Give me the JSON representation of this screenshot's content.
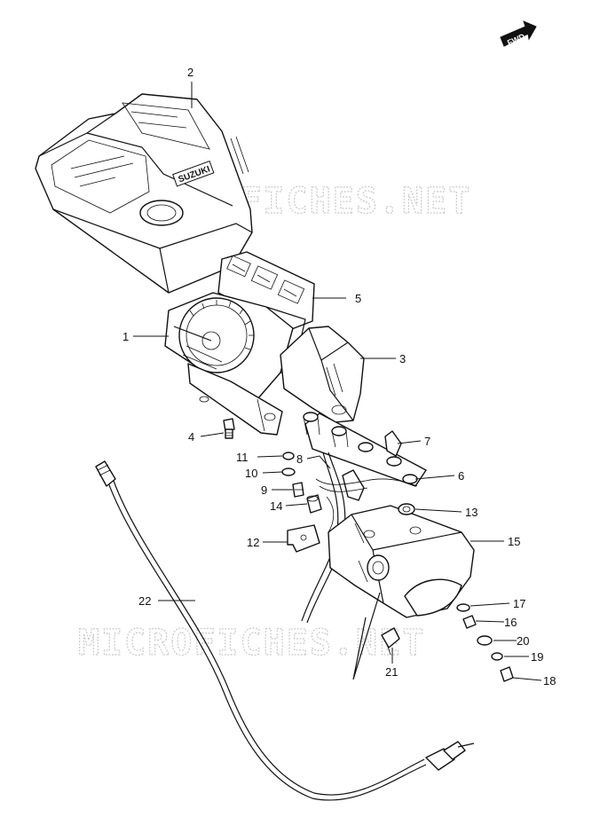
{
  "badge": {
    "text": "FWD"
  },
  "watermarks": [
    "MICROFICHES.NET",
    "MICROFICHES.NET"
  ],
  "callouts": [
    {
      "id": "1",
      "label": "1"
    },
    {
      "id": "2",
      "label": "2"
    },
    {
      "id": "3",
      "label": "3"
    },
    {
      "id": "4",
      "label": "4"
    },
    {
      "id": "5",
      "label": "5"
    },
    {
      "id": "6",
      "label": "6"
    },
    {
      "id": "7",
      "label": "7"
    },
    {
      "id": "8",
      "label": "8"
    },
    {
      "id": "9",
      "label": "9"
    },
    {
      "id": "10",
      "label": "10"
    },
    {
      "id": "11",
      "label": "11"
    },
    {
      "id": "12",
      "label": "12"
    },
    {
      "id": "13",
      "label": "13"
    },
    {
      "id": "14",
      "label": "14"
    },
    {
      "id": "15",
      "label": "15"
    },
    {
      "id": "16",
      "label": "16"
    },
    {
      "id": "17",
      "label": "17"
    },
    {
      "id": "18",
      "label": "18"
    },
    {
      "id": "19",
      "label": "19"
    },
    {
      "id": "20",
      "label": "20"
    },
    {
      "id": "21",
      "label": "21"
    },
    {
      "id": "22",
      "label": "22"
    }
  ],
  "brand_logo": "SUZUKI"
}
